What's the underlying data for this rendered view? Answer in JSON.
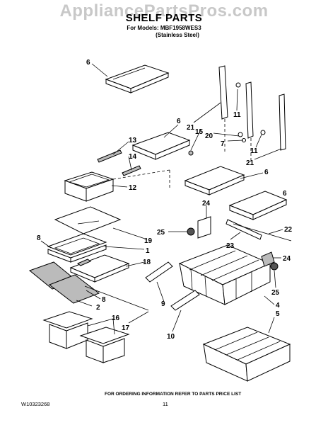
{
  "watermark": "AppliancePartsPros.com",
  "header": {
    "title": "SHELF PARTS",
    "models": "For Models: MBF1958WES3",
    "finish": "(Stainless Steel)"
  },
  "footer": {
    "note": "FOR ORDERING INFORMATION REFER TO PARTS PRICE LIST",
    "doc_number": "W10323268",
    "page_number": "11"
  },
  "callouts": [
    "6",
    "6",
    "6",
    "6",
    "13",
    "14",
    "12",
    "19",
    "1",
    "18",
    "8",
    "8",
    "2",
    "16",
    "17",
    "21",
    "21",
    "15",
    "11",
    "11",
    "20",
    "7",
    "24",
    "22",
    "25",
    "23",
    "24",
    "25",
    "4",
    "9",
    "10",
    "5"
  ]
}
